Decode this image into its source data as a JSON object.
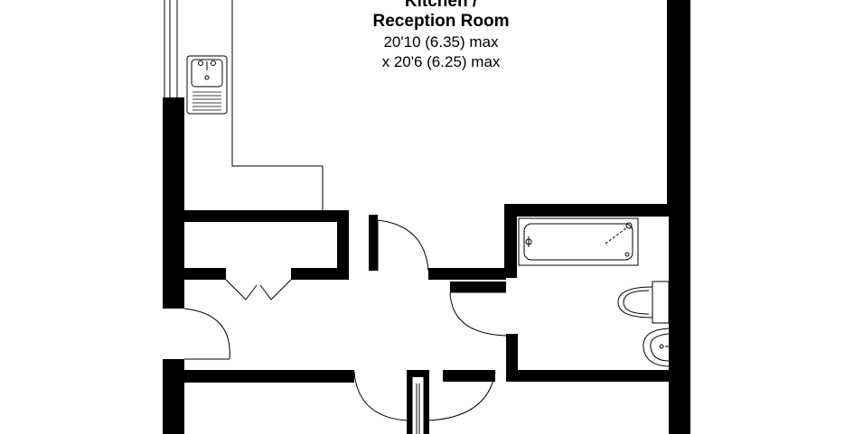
{
  "room": {
    "name_line1": "Kitchen /",
    "name_line2": "Reception Room",
    "dimension_line1": "20'10 (6.35) max",
    "dimension_line2": "x 20'6 (6.25) max"
  },
  "colors": {
    "wall": "#000000",
    "fixture_line": "#000000",
    "background": "#ffffff"
  },
  "fixtures": [
    "sink-icon",
    "bathtub-icon",
    "toilet-icon",
    "washbasin-icon"
  ]
}
